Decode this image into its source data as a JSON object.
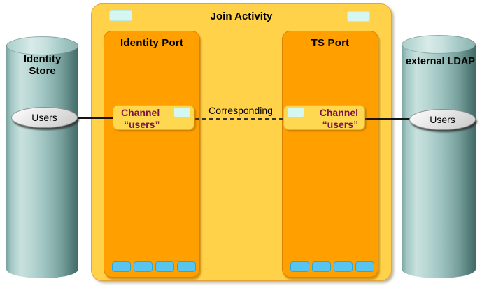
{
  "title": "Join Activity",
  "link_label": "Corresponding",
  "stores": {
    "left": {
      "name": "Identity\nStore",
      "dataset": "Users"
    },
    "right": {
      "name": "external LDAP",
      "dataset": "Users"
    }
  },
  "ports": {
    "left": {
      "title": "Identity Port",
      "channel_line1": "Channel",
      "channel_line2": "“users”"
    },
    "right": {
      "title": "TS Port",
      "channel_line1": "Channel",
      "channel_line2": "“users”"
    }
  },
  "colors": {
    "activity_fill": "#FFD24A",
    "port_fill": "#FFA000",
    "channel_fill": "#FFD851",
    "channel_text": "#7A1545",
    "tab_blue": "#58C4F0",
    "badge_cyan": "#D5F7F2",
    "cylinder_teal": "#A5C9C6",
    "connector_black": "#141414"
  }
}
